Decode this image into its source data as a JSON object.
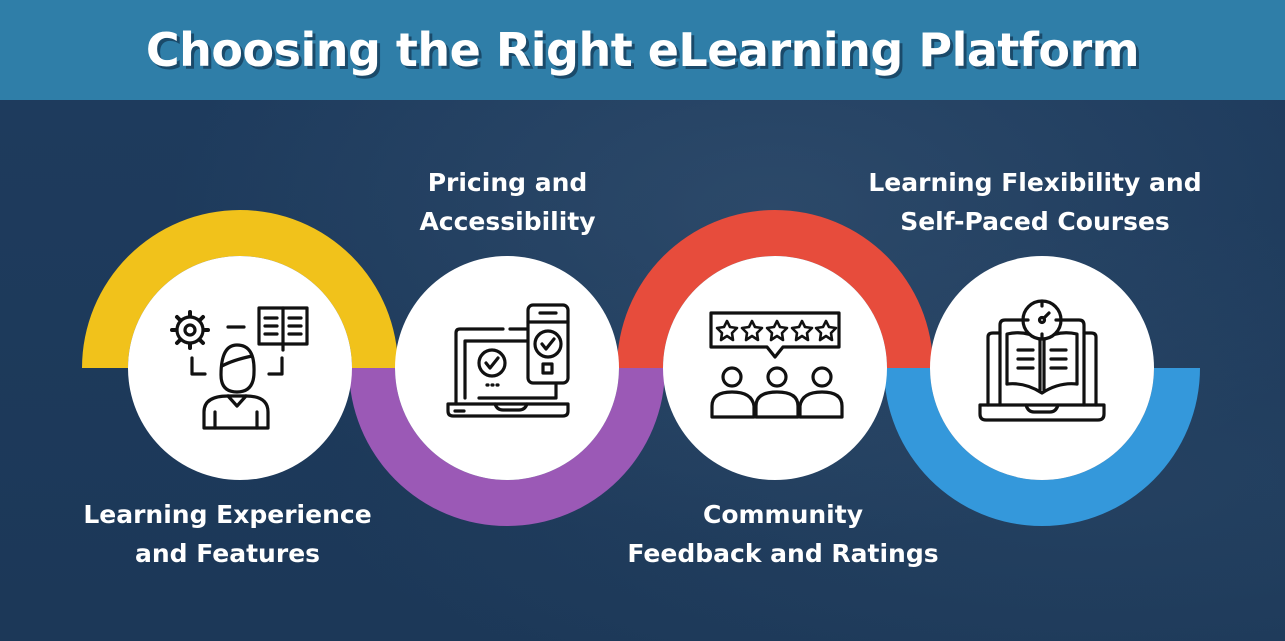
{
  "header": {
    "title": "Choosing the Right eLearning Platform",
    "background_color": "#2f7ea8"
  },
  "canvas": {
    "background_color": "#1d3a5c"
  },
  "steps": [
    {
      "label_lines": [
        "Learning Experience",
        "and Features"
      ],
      "label_position": "below",
      "icon": "user-gear-book-icon",
      "arc_color": "#f1c21b",
      "arc_side": "top"
    },
    {
      "label_lines": [
        "Pricing and",
        "Accessibility"
      ],
      "label_position": "above",
      "icon": "laptop-phone-check-icon",
      "arc_color": "#9b59b6",
      "arc_side": "bottom"
    },
    {
      "label_lines": [
        "Community",
        "Feedback and Ratings"
      ],
      "label_position": "below",
      "icon": "five-star-rating-people-icon",
      "arc_color": "#e74c3c",
      "arc_side": "top"
    },
    {
      "label_lines": [
        "Learning Flexibility and",
        "Self-Paced Courses"
      ],
      "label_position": "above",
      "icon": "laptop-book-clock-icon",
      "arc_color": "#3498db",
      "arc_side": "bottom"
    }
  ]
}
